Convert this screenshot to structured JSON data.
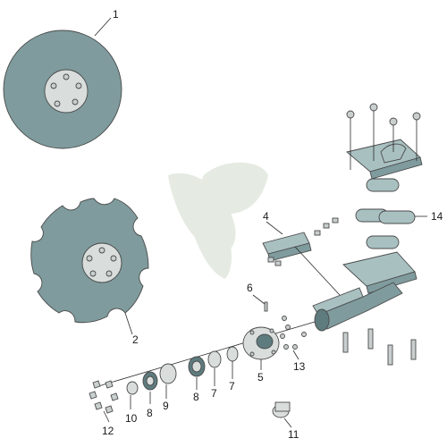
{
  "diagram": {
    "callouts": [
      {
        "id": "c1",
        "text": "1"
      },
      {
        "id": "c2",
        "text": "2"
      },
      {
        "id": "c3",
        "text": "4"
      },
      {
        "id": "c4",
        "text": "6"
      },
      {
        "id": "c5",
        "text": "5"
      },
      {
        "id": "c6",
        "text": "7"
      },
      {
        "id": "c7",
        "text": "7"
      },
      {
        "id": "c8",
        "text": "8"
      },
      {
        "id": "c9",
        "text": "9"
      },
      {
        "id": "c10",
        "text": "8"
      },
      {
        "id": "c11",
        "text": "10"
      },
      {
        "id": "c12",
        "text": "12"
      },
      {
        "id": "c13",
        "text": "13"
      },
      {
        "id": "c14",
        "text": "11"
      },
      {
        "id": "c15",
        "text": "14"
      }
    ],
    "colors": {
      "disc": "#7f9b9d",
      "disc_light": "#a9c0c1",
      "hub": "#d9dedd",
      "watermark": "#dfe6dc"
    }
  }
}
